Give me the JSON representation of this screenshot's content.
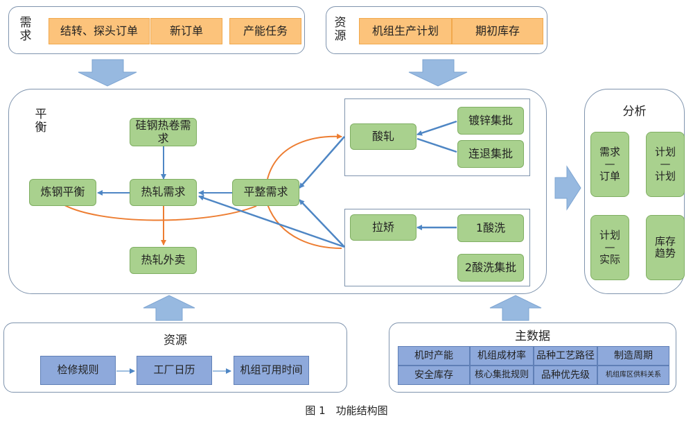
{
  "demand": {
    "label": "需求",
    "items": [
      "结转、探头订单",
      "新订单",
      "产能任务"
    ]
  },
  "resource_top": {
    "label": "资源",
    "items": [
      "机组生产计划",
      "期初库存"
    ]
  },
  "balance": {
    "label": "平衡",
    "nodes": {
      "silicon": "硅钢热卷需求",
      "steelmaking": "炼钢平衡",
      "hot_rolling": "热轧需求",
      "flattening": "平整需求",
      "hot_rolling_sale": "热轧外卖",
      "pickling_rolling": "酸轧",
      "galvanizing": "镀锌集批",
      "annealing": "连退集批",
      "stretch_leveling": "拉矫",
      "pickling1": "1酸洗",
      "pickling2": "2酸洗集批"
    }
  },
  "analysis": {
    "label": "分析",
    "items": [
      "需求\n—\n订单",
      "计划\n—\n计划",
      "计划\n—\n实际",
      "库存\n趋势"
    ]
  },
  "resource_bottom": {
    "label": "资源",
    "items": [
      "检修规则",
      "工厂日历",
      "机组可用时间"
    ]
  },
  "master_data": {
    "label": "主数据",
    "rows": [
      [
        "机时产能",
        "机组成材率",
        "品种工艺路径",
        "制造周期"
      ],
      [
        "安全库存",
        "核心集批规则",
        "品种优先级",
        "机组库区供料关系"
      ]
    ]
  },
  "caption": "图 1　功能结构图",
  "colors": {
    "border": "#7e93ad",
    "arrow_blue": "#4e86c4",
    "arrow_orange": "#ed7d31",
    "big_arrow_fill": "#97b9e0",
    "orange_box": "#fcc37b",
    "green_box": "#a9d18e",
    "blue_box": "#8ea9db"
  }
}
